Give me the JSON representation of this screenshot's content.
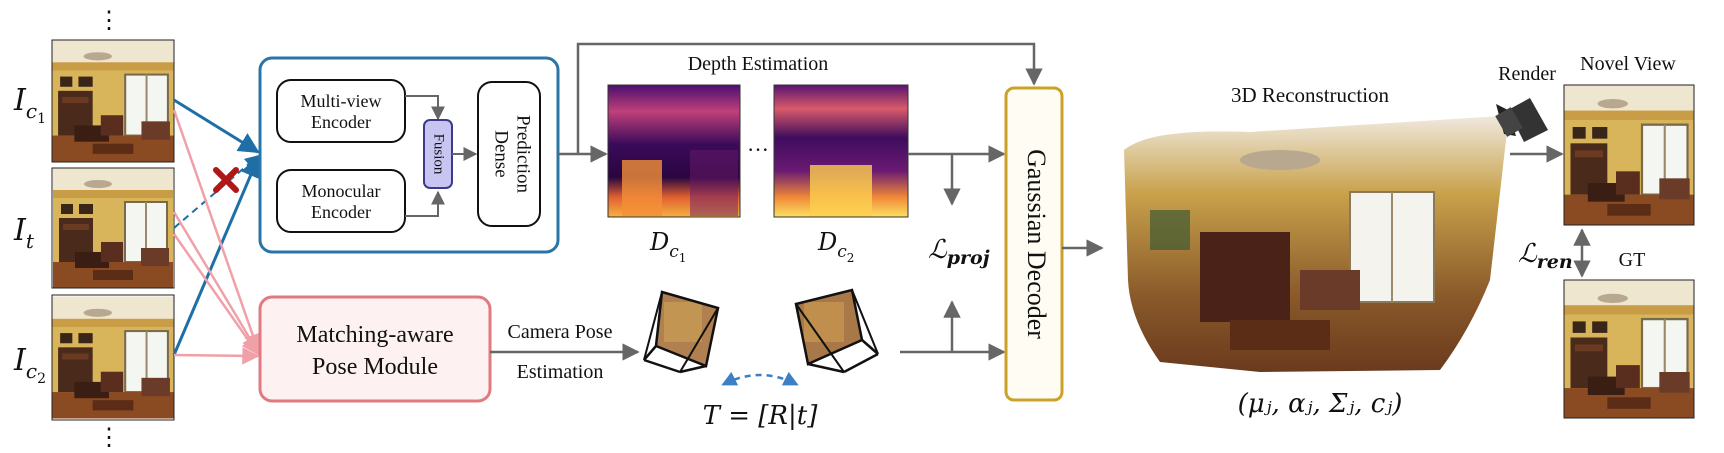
{
  "frames": {
    "top_ellipsis": "⋮",
    "bottom_ellipsis": "⋮",
    "label_c1": {
      "main": "I",
      "sub": "c",
      "subsub": "1"
    },
    "label_t": {
      "main": "I",
      "sub": "t"
    },
    "label_c2": {
      "main": "I",
      "sub": "c",
      "subsub": "2"
    }
  },
  "depth_branch": {
    "multiview_encoder": [
      "Multi-view",
      "Encoder"
    ],
    "monocular_encoder": [
      "Monocular",
      "Encoder"
    ],
    "fusion": "Fusion",
    "dense_prediction": [
      "Dense",
      "Prediction"
    ],
    "title": "Depth Estimation",
    "ellipsis": "···",
    "depth_label_1": {
      "main": "D",
      "sub": "c",
      "subsub": "1"
    },
    "depth_label_2": {
      "main": "D",
      "sub": "c",
      "subsub": "2"
    }
  },
  "pose_branch": {
    "module_label": [
      "Matching-aware",
      "Pose Module"
    ],
    "camera_pose_label": [
      "Camera Pose",
      "Estimation"
    ],
    "transform_formula": "T = [R|t]"
  },
  "losses": {
    "proj_symbol": "ℒ",
    "proj_sub": "proj",
    "ren_symbol": "ℒ",
    "ren_sub": "ren"
  },
  "decoder": {
    "label": "Gaussian Decoder"
  },
  "reconstruction": {
    "title": "3D Reconstruction",
    "gaussian_params": "(μⱼ, αⱼ, Σⱼ, cⱼ)"
  },
  "render": {
    "render_label": "Render",
    "novel_view_label": "Novel View",
    "gt_label": "GT"
  },
  "colors": {
    "blue_border": "#2a75a8",
    "red_border": "#e07a80",
    "red_fill": "#fdf1f1",
    "decoder_border": "#c9a227",
    "decoder_fill": "#fffdf3",
    "fusion_fill": "#c9c5f2",
    "fusion_border": "#3d3a8a",
    "blue_arrow": "#1f6fa6",
    "pink_arrow": "#f0a0a8",
    "gray_arrow": "#666666",
    "red_cross": "#b01818"
  },
  "icons": [
    "cross-icon",
    "camera-icon",
    "camera-frustum-icon",
    "double-arrow-icon"
  ]
}
